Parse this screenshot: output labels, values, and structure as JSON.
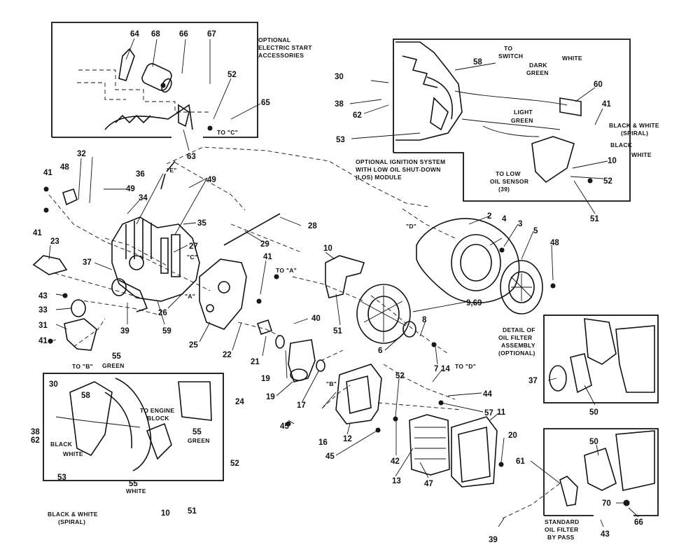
{
  "callouts": {
    "c64": "64",
    "c68": "68",
    "c66": "66",
    "c67": "67",
    "c52a": "52",
    "c65": "65",
    "c63": "63",
    "c30a": "30",
    "c38a": "38",
    "c62a": "62",
    "c53a": "53",
    "c58a": "58",
    "c60": "60",
    "c41a": "41",
    "c10a": "10",
    "c52b": "52",
    "c51a": "51",
    "c32": "32",
    "c48a": "48",
    "c41b": "41",
    "c49a": "49",
    "c34": "34",
    "c36": "36",
    "c49b": "49",
    "c35": "35",
    "c27": "27",
    "c41c": "41",
    "c23": "23",
    "c37a": "37",
    "c43a": "43",
    "c33": "33",
    "c31": "31",
    "c41d": "41",
    "c26": "26",
    "c39a": "39",
    "c59": "59",
    "c25": "25",
    "c22": "22",
    "c21": "21",
    "c41e": "41",
    "c40": "40",
    "c28": "28",
    "c29": "29",
    "c10b": "10",
    "c51b": "51",
    "c2": "2",
    "c4": "4",
    "c3": "3",
    "c5": "5",
    "c48b": "48",
    "c969": "9,69",
    "c8": "8",
    "c6": "6",
    "c7": "7",
    "c19a": "19",
    "c19b": "19",
    "c17": "17",
    "c16": "16",
    "c12": "12",
    "c45a": "45",
    "c45b": "45",
    "c52c": "52",
    "c14": "14",
    "c44": "44",
    "c57": "57",
    "c42": "42",
    "c13": "13",
    "c47": "47",
    "c11": "11",
    "c20": "20",
    "c30b": "30",
    "c58b": "58",
    "c55a": "55",
    "c24": "24",
    "c55b": "55",
    "c38b": "38",
    "c62b": "62",
    "c53b": "53",
    "c55c": "55",
    "c10c": "10",
    "c51c": "51",
    "c52d": "52",
    "c37b": "37",
    "c50a": "50",
    "c61": "61",
    "c50b": "50",
    "c70": "70",
    "c66b": "66",
    "c39b": "39",
    "c43b": "43"
  },
  "labels": {
    "opt_es_1": "OPTIONAL",
    "opt_es_2": "ELECTRIC START",
    "opt_es_3": "ACCESSORIES",
    "to_c": "TO \"C\"",
    "to_switch_1": "TO",
    "to_switch_2": "SWITCH",
    "dark_green_1": "DARK",
    "dark_green_2": "GREEN",
    "white_a": "WHITE",
    "light_green_1": "LIGHT",
    "light_green_2": "GREEN",
    "bw_1": "BLACK & WHITE",
    "bw_2": "(SPIRAL)",
    "black_a": "BLACK",
    "white_b": "WHITE",
    "ign_1": "OPTIONAL IGNITION SYSTEM",
    "ign_2": "WITH LOW OIL SHUT-DOWN",
    "ign_3": "(LOS) MODULE",
    "to_low_1": "TO LOW",
    "to_low_2": "OIL SENSOR",
    "to_low_3": "(39)",
    "d_a": "\"D\"",
    "e": "\"E\"",
    "c_mid": "\"C\"",
    "a_mid": "\"A\"",
    "to_a": "TO \"A\"",
    "to_d": "TO \"D\"",
    "b_mid": "\"B\"",
    "to_b": "TO \"B\"",
    "green_1": "GREEN",
    "to_engine_1": "TO ENGINE",
    "to_engine_2": "BLOCK",
    "green_2": "GREEN",
    "black_b": "BLACK",
    "white_c": "WHITE",
    "white_d": "WHITE",
    "bw_3": "BLACK & WHITE",
    "bw_4": "(SPIRAL)",
    "detail_1": "DETAIL OF",
    "detail_2": "OIL FILTER",
    "detail_3": "ASSEMBLY",
    "detail_4": "(OPTIONAL)",
    "std_1": "STANDARD",
    "std_2": "OIL FILTER",
    "std_3": "BY PASS"
  }
}
